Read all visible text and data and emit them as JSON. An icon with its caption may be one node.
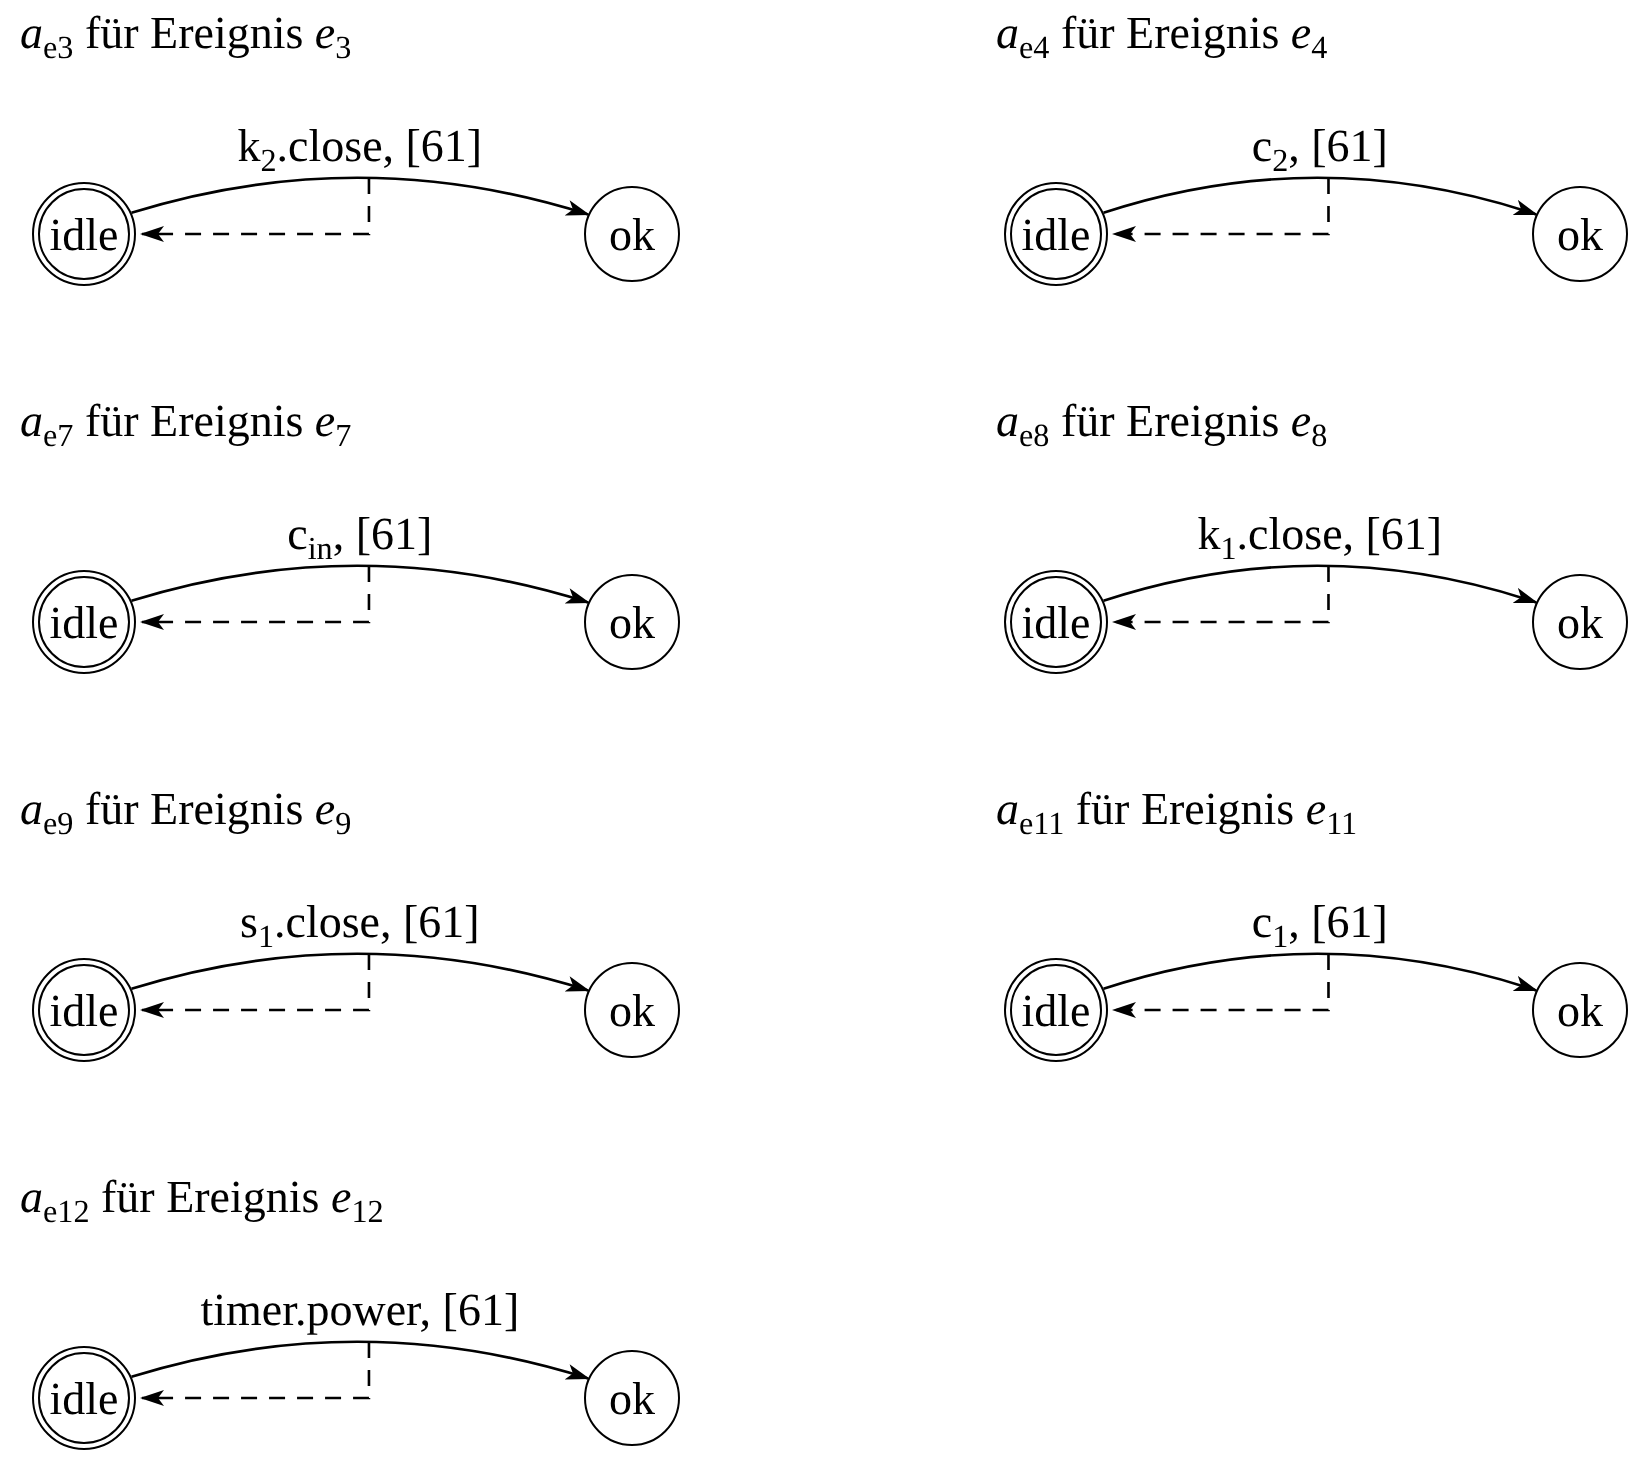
{
  "diagram": {
    "nodes": [
      {
        "text": [
          "idle"
        ]
      },
      {
        "text": [
          "ok"
        ]
      },
      {
        "text": [
          "idle"
        ]
      },
      {
        "text": [
          "ok"
        ]
      },
      {
        "text": [
          "idle"
        ]
      },
      {
        "text": [
          "ok"
        ]
      },
      {
        "text": [
          "idle"
        ]
      },
      {
        "text": [
          "ok"
        ]
      },
      {
        "text": [
          "idle"
        ]
      },
      {
        "text": [
          "ok"
        ]
      },
      {
        "text": [
          "idle"
        ]
      },
      {
        "text": [
          "ok"
        ]
      },
      {
        "text": [
          "idle"
        ]
      },
      {
        "text": [
          "ok"
        ]
      }
    ],
    "edges": [
      {
        "from": 0,
        "to": 1,
        "arrow": "to",
        "label": "k$_{2}$.close, [61]"
      },
      {
        "from": null,
        "to": 0,
        "arrow": "to",
        "style": "dashed"
      },
      {
        "from": 2,
        "to": 3,
        "arrow": "to",
        "label": "c$_{2}$, [61]"
      },
      {
        "from": null,
        "to": 2,
        "arrow": "to",
        "style": "dashed"
      },
      {
        "from": 4,
        "to": 5,
        "arrow": "to",
        "label": "c$_{in}$, [61]"
      },
      {
        "from": null,
        "to": 4,
        "arrow": "to",
        "style": "dashed"
      },
      {
        "from": 6,
        "to": 7,
        "arrow": "to",
        "label": "k$_{1}$.close, [61]"
      },
      {
        "from": null,
        "to": 6,
        "arrow": "to",
        "style": "dashed"
      },
      {
        "from": 8,
        "to": 9,
        "arrow": "to",
        "label": "s$_{1}$.close, [61]"
      },
      {
        "from": null,
        "to": 8,
        "arrow": "to",
        "style": "dashed"
      },
      {
        "from": 10,
        "to": 11,
        "arrow": "to",
        "label": "c$_{1}$, [61]"
      },
      {
        "from": null,
        "to": 10,
        "arrow": "to",
        "style": "dashed"
      },
      {
        "from": 12,
        "to": 13,
        "arrow": "to",
        "label": "timer.power, [61]"
      },
      {
        "from": null,
        "to": 12,
        "arrow": "to",
        "style": "dashed"
      }
    ],
    "labels": [
      "*a*$_{e3}$ für Ereignis *e*$_{3}$",
      "*a*$_{e4}$ für Ereignis *e*$_{4}$",
      "*a*$_{e7}$ für Ereignis *e*$_{7}$",
      "*a*$_{e8}$ für Ereignis *e*$_{8}$",
      "*a*$_{e9}$ für Ereignis *e*$_{9}$",
      "*a*$_{e11}$ für Ereignis *e*$_{11}$",
      "*a*$_{e12}$ für Ereignis *e*$_{12}$"
    ]
  }
}
